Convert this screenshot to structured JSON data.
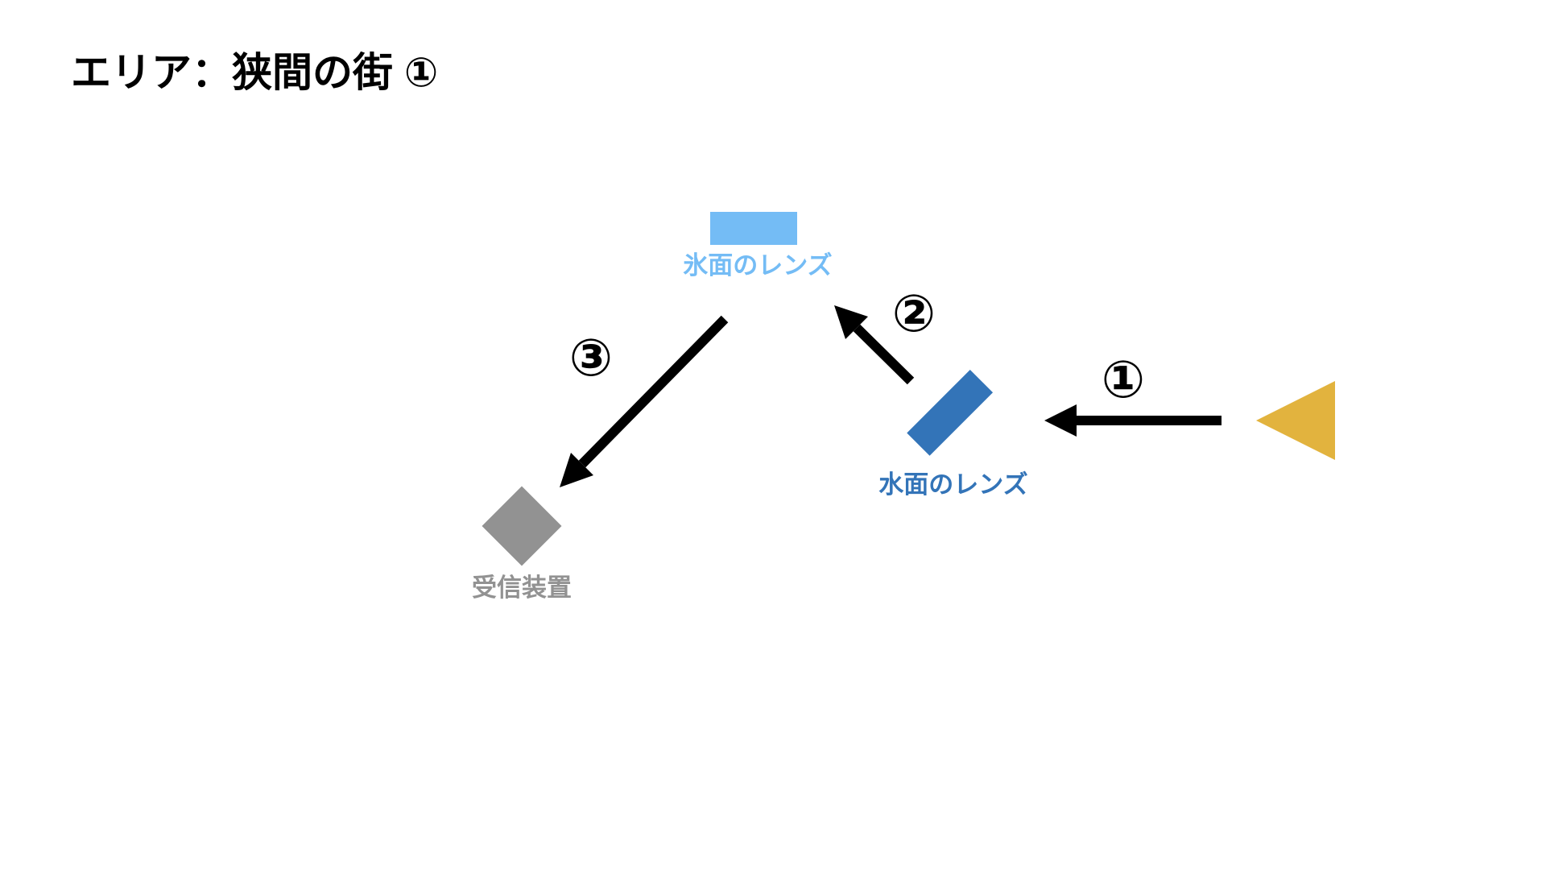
{
  "title": "エリア：狭間の街 ①",
  "colors": {
    "background": "#FFFFFF",
    "title": "#000000",
    "ice_lens": "#74BCF5",
    "water_lens": "#3374B8",
    "receiver": "#929292",
    "light_source": "#E2B33E",
    "arrow": "#000000"
  },
  "nodes": [
    {
      "id": "ice-lens",
      "label": "氷面のレンズ",
      "shape": "rectangle",
      "color": "#74BCF5"
    },
    {
      "id": "water-lens",
      "label": "水面のレンズ",
      "shape": "rotated-rectangle",
      "color": "#3374B8"
    },
    {
      "id": "receiver",
      "label": "受信装置",
      "shape": "diamond",
      "color": "#929292"
    },
    {
      "id": "light-source",
      "label": "",
      "shape": "triangle-pointing-left",
      "color": "#E2B33E"
    }
  ],
  "arrows": [
    {
      "label": "①",
      "from": "light-source",
      "to": "water-lens",
      "direction": "left"
    },
    {
      "label": "②",
      "from": "water-lens",
      "to": "ice-lens",
      "direction": "up-left"
    },
    {
      "label": "③",
      "from": "ice-lens",
      "to": "receiver",
      "direction": "down-left"
    }
  ]
}
